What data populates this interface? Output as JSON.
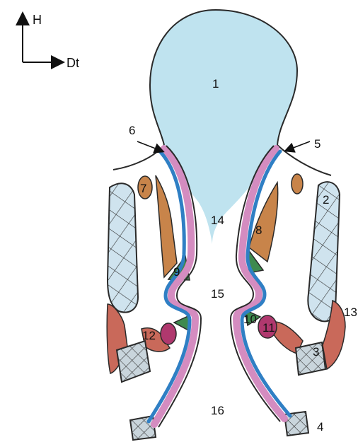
{
  "axes": {
    "up_label": "H",
    "right_label": "Dt"
  },
  "labels": [
    "1",
    "2",
    "3",
    "4",
    "5",
    "6",
    "7",
    "8",
    "9",
    "10",
    "11",
    "12",
    "13",
    "14",
    "15",
    "16"
  ],
  "colors": {
    "cavity": "#bfe3ef",
    "cartilage_fill": "#cfe3ee",
    "muscle_brown": "#c8844a",
    "muscle_red": "#c9695a",
    "green": "#3e8a4e",
    "magenta": "#b0386e",
    "pink_band": "#d48cc0",
    "blue_band": "#2f7fc4",
    "outline": "#2a2a2a"
  },
  "icons": {
    "arrow": "arrow-icon",
    "hatch": "cross-hatch-pattern"
  }
}
